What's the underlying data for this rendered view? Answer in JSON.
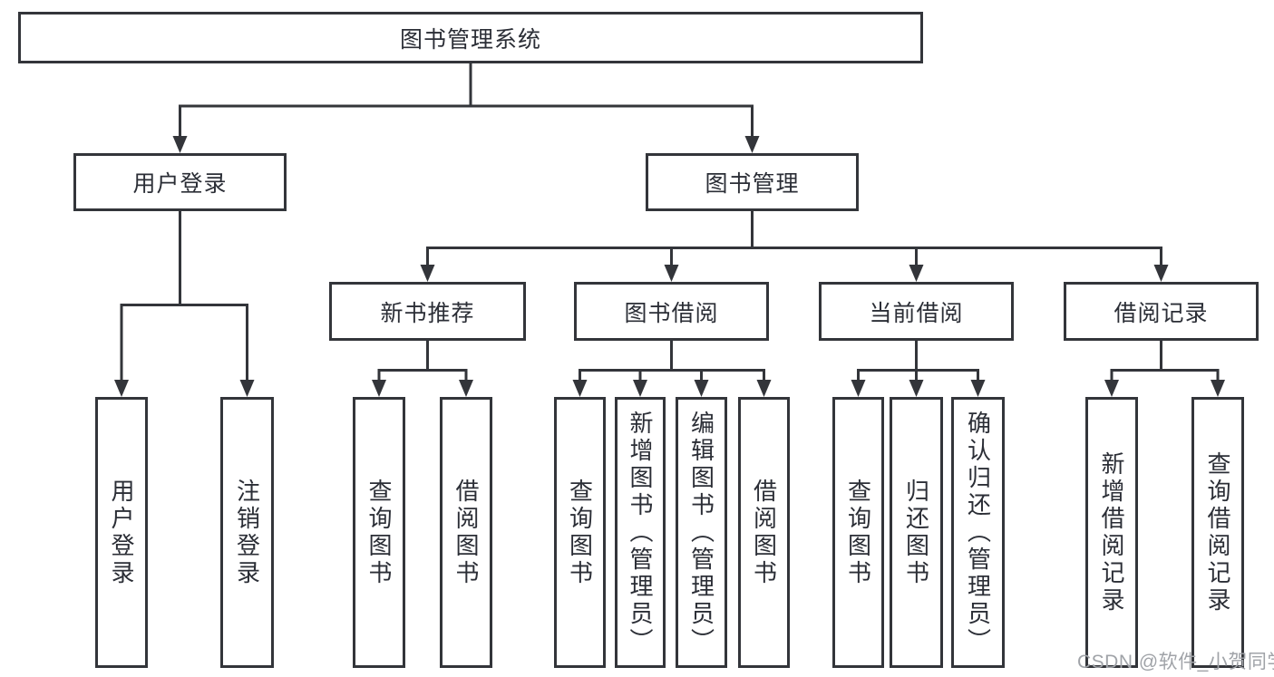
{
  "watermark": "CSDN @软件_小贺同学",
  "colors": {
    "line": "#33353a",
    "box_border": "#33353a",
    "text": "#2b2e36",
    "watermark_text": "#a0a3a8",
    "background": "#ffffff"
  },
  "tree": {
    "root": {
      "label": "图书管理系统"
    },
    "branches": [
      {
        "label": "用户登录",
        "children": [
          {
            "label": "用户登录"
          },
          {
            "label": "注销登录"
          }
        ]
      },
      {
        "label": "图书管理",
        "children": [
          {
            "label": "新书推荐",
            "children": [
              {
                "label": "查询图书"
              },
              {
                "label": "借阅图书"
              }
            ]
          },
          {
            "label": "图书借阅",
            "children": [
              {
                "label": "查询图书"
              },
              {
                "label": "新增图书（管理员）"
              },
              {
                "label": "编辑图书（管理员）"
              },
              {
                "label": "借阅图书"
              }
            ]
          },
          {
            "label": "当前借阅",
            "children": [
              {
                "label": "查询图书"
              },
              {
                "label": "归还图书"
              },
              {
                "label": "确认归还（管理员）"
              }
            ]
          },
          {
            "label": "借阅记录",
            "children": [
              {
                "label": "新增借阅记录"
              },
              {
                "label": "查询借阅记录"
              }
            ]
          }
        ]
      }
    ]
  }
}
